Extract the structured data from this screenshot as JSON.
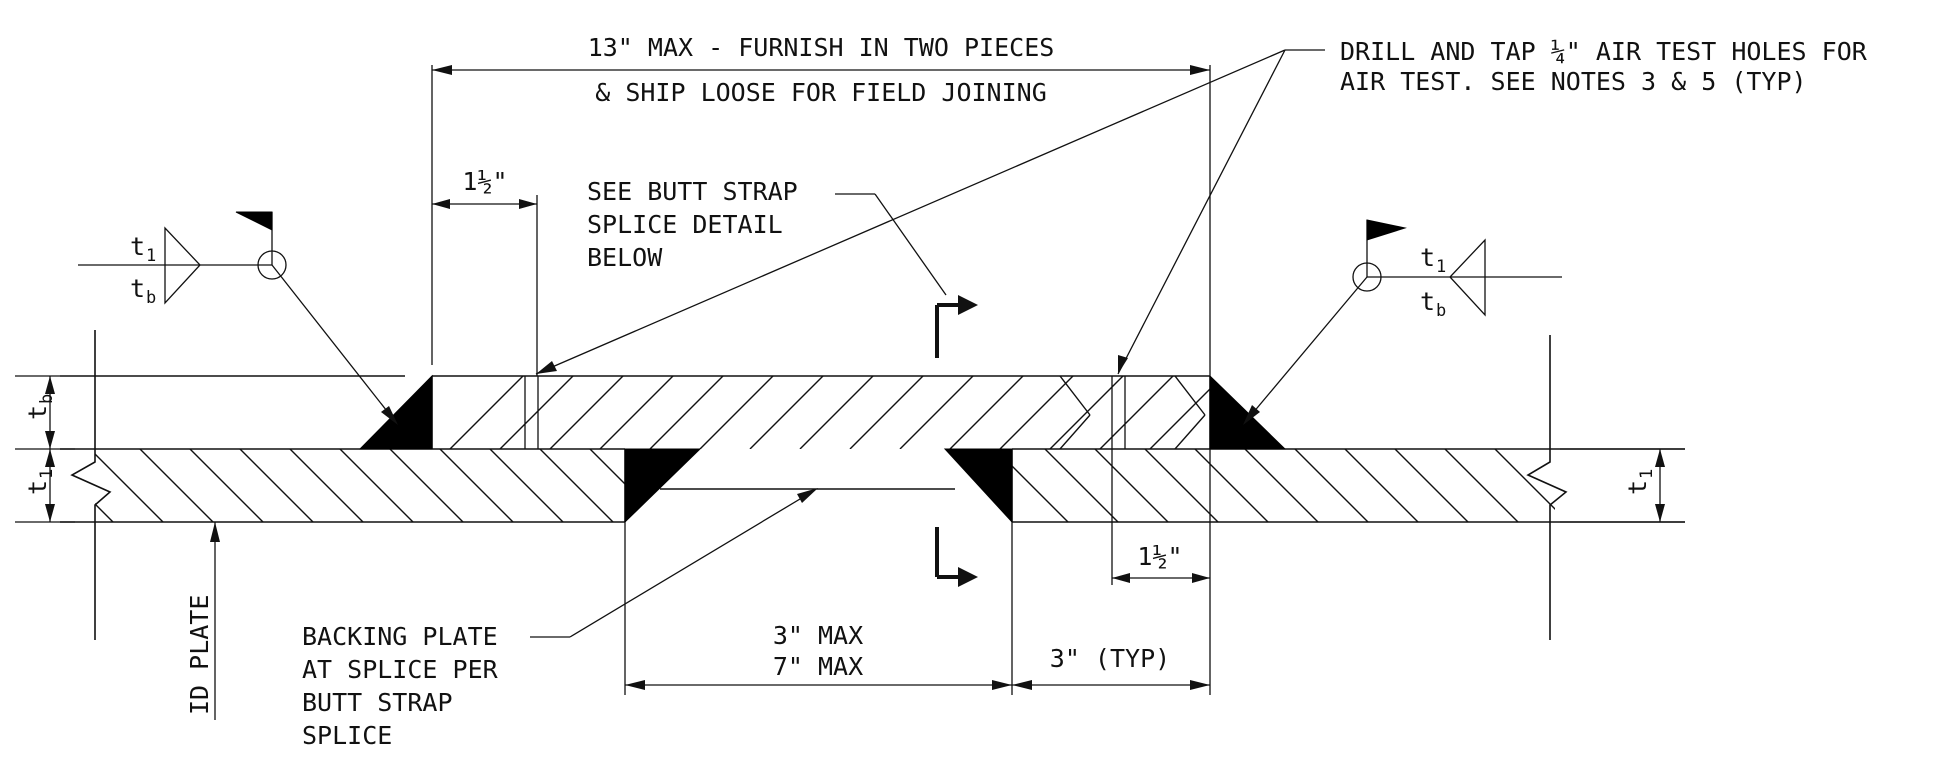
{
  "labels": {
    "top_dim_line1": "13\" MAX - FURNISH IN TWO PIECES",
    "top_dim_line2": "& SHIP LOOSE FOR FIELD JOINING",
    "drill_line1": "DRILL AND TAP ¼\" AIR TEST HOLES FOR",
    "drill_line2": "AIR TEST. SEE NOTES 3 & 5 (TYP)",
    "see_butt_line1": "SEE BUTT STRAP",
    "see_butt_line2": "SPLICE DETAIL",
    "see_butt_line3": "BELOW",
    "left_offset": "1½\"",
    "right_offset": "1½\"",
    "backing_line1": "BACKING PLATE",
    "backing_line2": "AT SPLICE PER",
    "backing_line3": "BUTT STRAP",
    "backing_line4": "SPLICE",
    "gap_max_1": "3\" MAX",
    "gap_max_2": "7\" MAX",
    "typ_dim": "3\" (TYP)",
    "id_plate": "ID PLATE",
    "weld_t": "t",
    "sub_1": "1",
    "sub_b": "b"
  }
}
